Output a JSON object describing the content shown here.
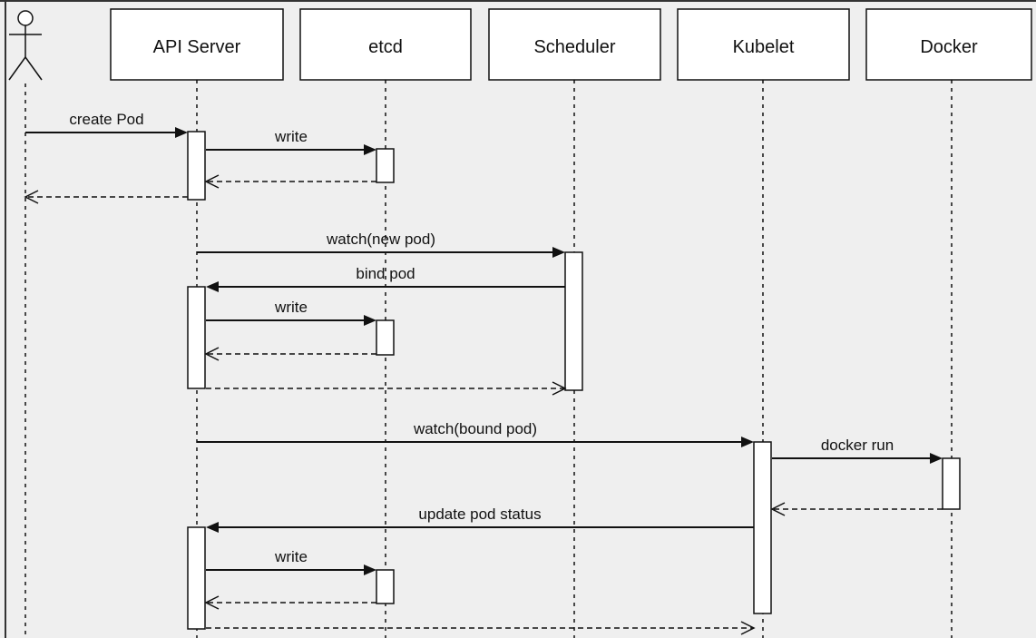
{
  "diagram": {
    "type": "sequence",
    "actor": {
      "id": "user",
      "label": ""
    },
    "participants": [
      {
        "id": "api",
        "label": "API Server"
      },
      {
        "id": "etcd",
        "label": "etcd"
      },
      {
        "id": "scheduler",
        "label": "Scheduler"
      },
      {
        "id": "kubelet",
        "label": "Kubelet"
      },
      {
        "id": "docker",
        "label": "Docker"
      }
    ],
    "messages": [
      {
        "from": "user",
        "to": "api",
        "label": "create Pod",
        "kind": "call"
      },
      {
        "from": "api",
        "to": "etcd",
        "label": "write",
        "kind": "call"
      },
      {
        "from": "etcd",
        "to": "api",
        "label": "",
        "kind": "return"
      },
      {
        "from": "api",
        "to": "user",
        "label": "",
        "kind": "return"
      },
      {
        "from": "api",
        "to": "scheduler",
        "label": "watch(new pod)",
        "kind": "call"
      },
      {
        "from": "scheduler",
        "to": "api",
        "label": "bind pod",
        "kind": "call"
      },
      {
        "from": "api",
        "to": "etcd",
        "label": "write",
        "kind": "call"
      },
      {
        "from": "etcd",
        "to": "api",
        "label": "",
        "kind": "return"
      },
      {
        "from": "api",
        "to": "scheduler",
        "label": "",
        "kind": "return"
      },
      {
        "from": "api",
        "to": "kubelet",
        "label": "watch(bound pod)",
        "kind": "call"
      },
      {
        "from": "kubelet",
        "to": "docker",
        "label": "docker run",
        "kind": "call"
      },
      {
        "from": "docker",
        "to": "kubelet",
        "label": "",
        "kind": "return"
      },
      {
        "from": "kubelet",
        "to": "api",
        "label": "update pod status",
        "kind": "call"
      },
      {
        "from": "api",
        "to": "etcd",
        "label": "write",
        "kind": "call"
      },
      {
        "from": "etcd",
        "to": "api",
        "label": "",
        "kind": "return"
      },
      {
        "from": "api",
        "to": "kubelet",
        "label": "",
        "kind": "return"
      }
    ],
    "colors": {
      "background": "#efefef",
      "box": "#ffffff",
      "line": "#111111"
    }
  }
}
